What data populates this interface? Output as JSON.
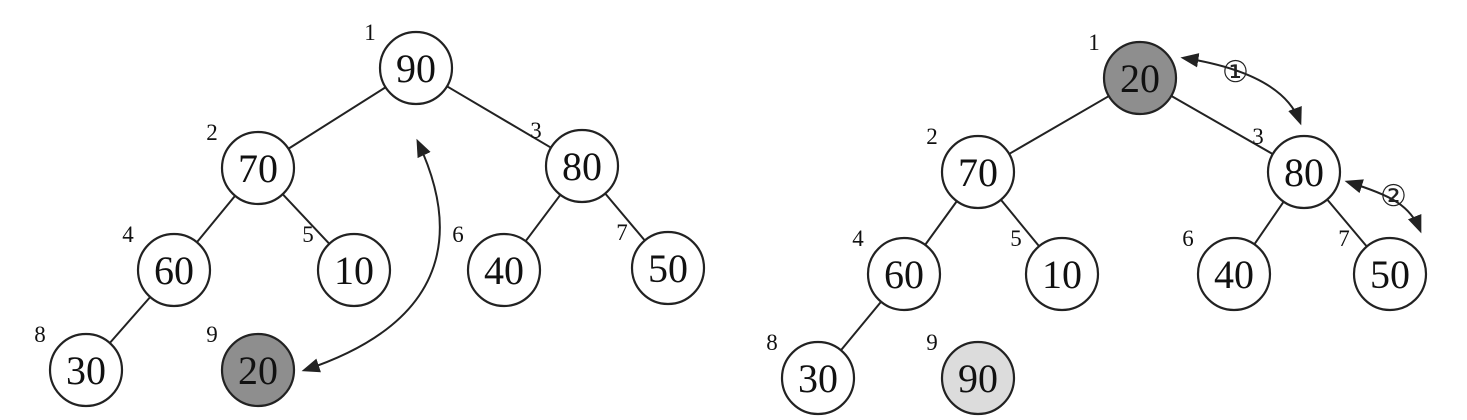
{
  "colors": {
    "node_fill": "#ffffff",
    "swap_fill_dark": "#8e8e8e",
    "swap_fill_light": "#dcdcdc",
    "line": "#222222"
  },
  "trees": [
    {
      "name": "heap-before-swap",
      "nodes": [
        {
          "index": "1",
          "value": "90",
          "style": "normal"
        },
        {
          "index": "2",
          "value": "70",
          "style": "normal"
        },
        {
          "index": "3",
          "value": "80",
          "style": "normal"
        },
        {
          "index": "4",
          "value": "60",
          "style": "normal"
        },
        {
          "index": "5",
          "value": "10",
          "style": "normal"
        },
        {
          "index": "6",
          "value": "40",
          "style": "normal"
        },
        {
          "index": "7",
          "value": "50",
          "style": "normal"
        },
        {
          "index": "8",
          "value": "30",
          "style": "normal"
        },
        {
          "index": "9",
          "value": "20",
          "style": "dark"
        }
      ]
    },
    {
      "name": "heap-after-swap",
      "nodes": [
        {
          "index": "1",
          "value": "20",
          "style": "dark"
        },
        {
          "index": "2",
          "value": "70",
          "style": "normal"
        },
        {
          "index": "3",
          "value": "80",
          "style": "normal"
        },
        {
          "index": "4",
          "value": "60",
          "style": "normal"
        },
        {
          "index": "5",
          "value": "10",
          "style": "normal"
        },
        {
          "index": "6",
          "value": "40",
          "style": "normal"
        },
        {
          "index": "7",
          "value": "50",
          "style": "normal"
        },
        {
          "index": "8",
          "value": "30",
          "style": "normal"
        },
        {
          "index": "9",
          "value": "90",
          "style": "light"
        }
      ]
    }
  ],
  "annotations": {
    "step1": "①",
    "step2": "②"
  }
}
